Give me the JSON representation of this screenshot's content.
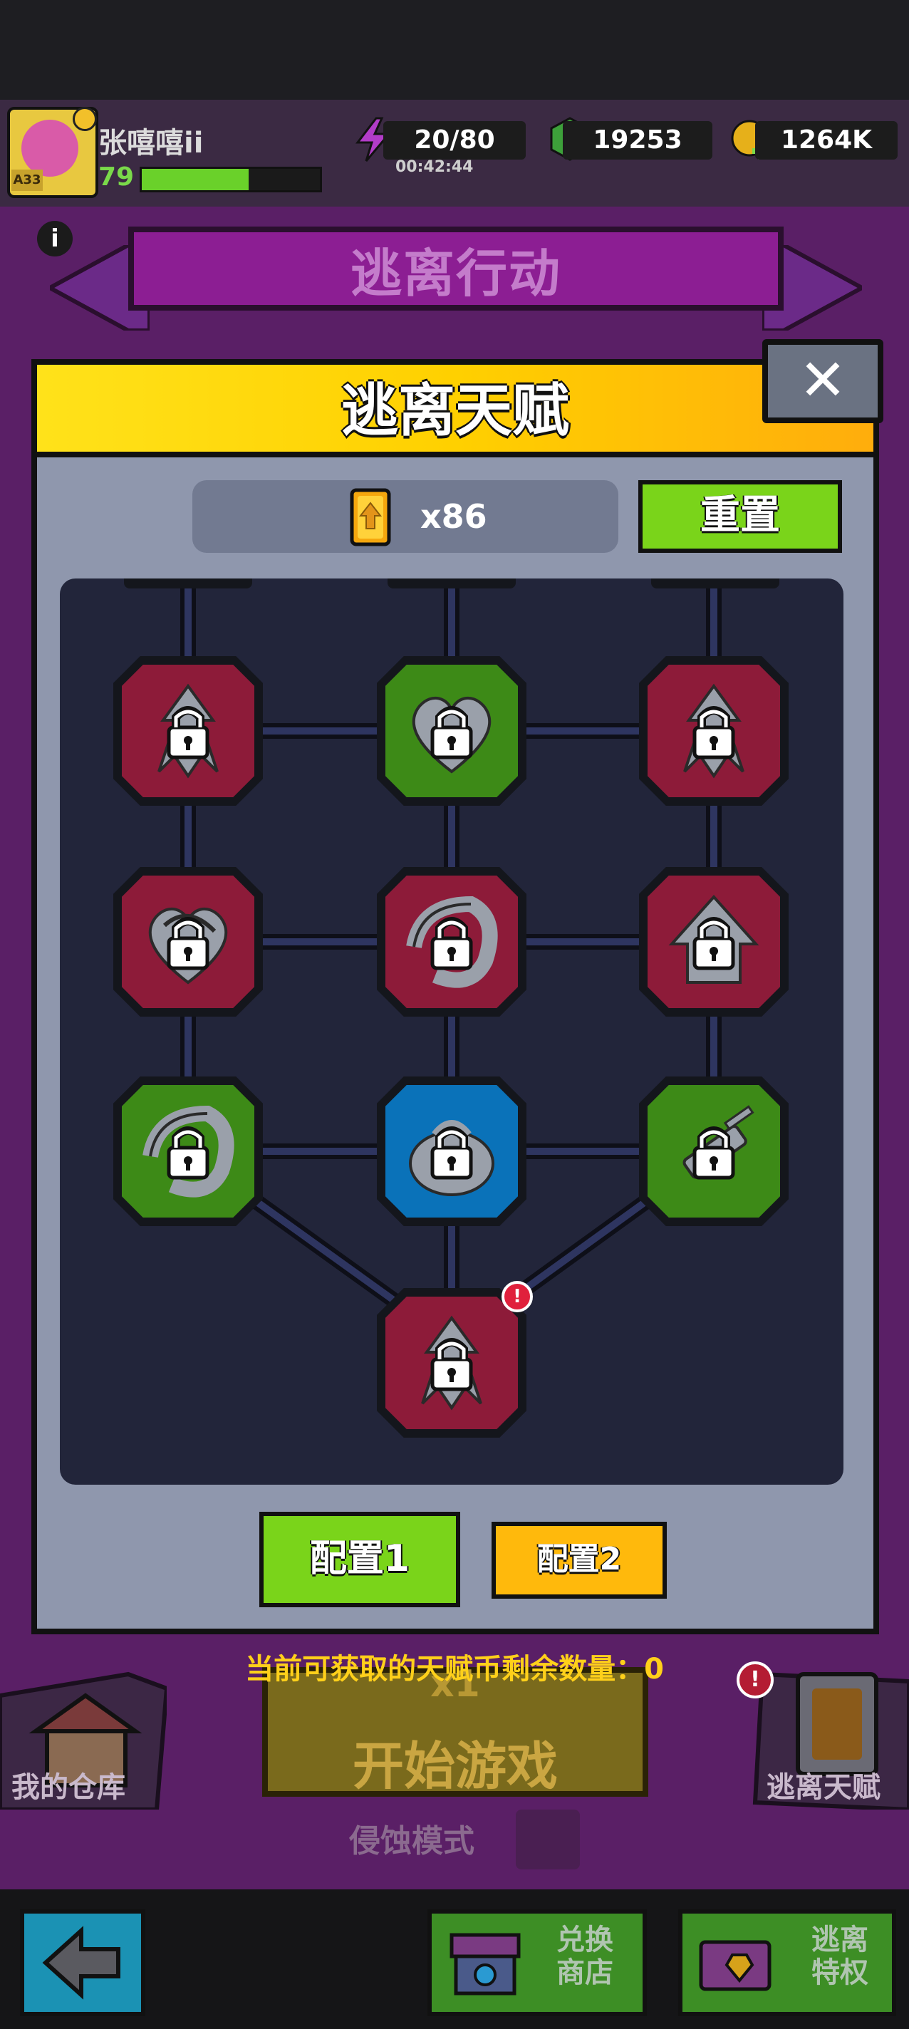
{
  "player": {
    "name": "张嘻嘻ii",
    "level": "79",
    "badge": "A33",
    "xp_fraction": 0.6
  },
  "resources": {
    "energy": "20/80",
    "energy_timer": "00:42:44",
    "gems": "19253",
    "coins": "1264K"
  },
  "mode_banner": {
    "title": "逃离行动",
    "info": "i"
  },
  "talent_panel": {
    "title": "逃离天赋",
    "close": "✕",
    "coin_count": "x86",
    "reset_label": "重置",
    "config_1_label": "配置1",
    "config_2_label": "配置2",
    "alert": "!",
    "remaining_text": "当前可获取的天赋币剩余数量：0"
  },
  "talent_nodes": [
    {
      "id": "r1c1",
      "color": "red",
      "icon": "claw-arrow-icon",
      "locked": true
    },
    {
      "id": "r1c2",
      "color": "green",
      "icon": "heart-icon",
      "locked": true
    },
    {
      "id": "r1c3",
      "color": "red",
      "icon": "claw-arrow-icon",
      "locked": true
    },
    {
      "id": "r2c1",
      "color": "red",
      "icon": "heart-swirl-icon",
      "locked": true
    },
    {
      "id": "r2c2",
      "color": "red",
      "icon": "swirl-icon",
      "locked": true
    },
    {
      "id": "r2c3",
      "color": "red",
      "icon": "house-arrow-icon",
      "locked": true
    },
    {
      "id": "r3c1",
      "color": "green",
      "icon": "swirl-icon",
      "locked": true
    },
    {
      "id": "r3c2",
      "color": "blue",
      "icon": "bag-icon",
      "locked": true
    },
    {
      "id": "r3c3",
      "color": "green",
      "icon": "syringe-icon",
      "locked": true
    },
    {
      "id": "r4c2",
      "color": "red",
      "icon": "claw-arrow-icon",
      "locked": true
    }
  ],
  "background_ui": {
    "warehouse_label": "我的仓库",
    "start_count": "x1",
    "start_label": "开始游戏",
    "talent_label": "逃离天赋",
    "talent_alert": "!",
    "mode_label": "侵蚀模式"
  },
  "bottom_nav": {
    "shop_label": "兑换商店",
    "privilege_label": "逃离特权"
  },
  "colors": {
    "header_yellow": "#ffd000",
    "button_green": "#7ad41a",
    "button_orange": "#ffb90c",
    "node_red": "#8d1b39",
    "node_green": "#3d8a17",
    "node_blue": "#0a72b9",
    "panel_gray": "#8f97ad",
    "tree_bg": "#22253a"
  }
}
